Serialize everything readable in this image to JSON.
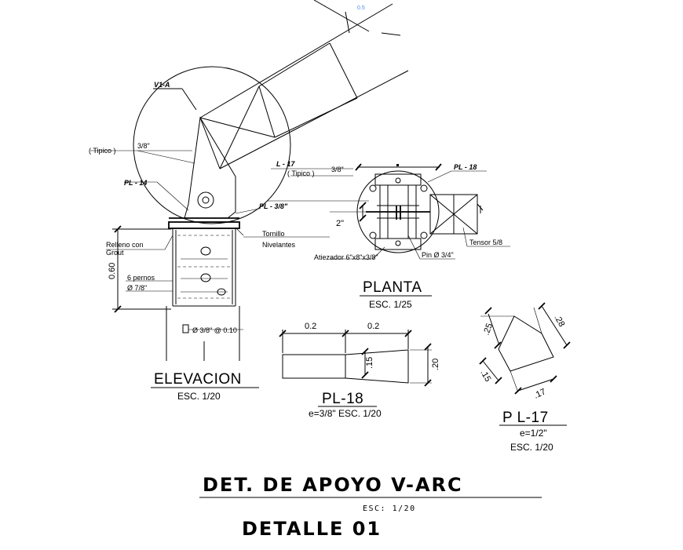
{
  "top_label": "0.5",
  "truss_label": "V1-A",
  "elevation": {
    "tipico": "( Tipico )",
    "tipico_size": "3/8\"",
    "plate_14": "PL - 14",
    "plate_38": "PL - 3/8\"",
    "relleno": "Relleno con",
    "grout": "Grout",
    "height_dim": "0.60",
    "pernos_1": "6 pernos",
    "pernos_2": "Ø 7/8\"",
    "stirrup": "Ø 3/8\" @ 0.10",
    "tornillo": "Tornillo",
    "nivelantes": "Nivelantes",
    "title": "ELEVACION",
    "scale": "ESC. 1/20"
  },
  "plan": {
    "l17": "L - 17",
    "tipico": "( Tipico )",
    "tipico_size": "3/8\"",
    "plate_18": "PL - 18",
    "dim_2in": "2\"",
    "atiezador": "Atiezador 6\"x8\"x3/8\"",
    "pin": "Pin Ø 3/4\"",
    "tensor": "Tensor 5/8",
    "title": "PLANTA",
    "scale": "ESC. 1/25"
  },
  "pl18": {
    "dim_a": "0.2",
    "dim_b": "0.2",
    "dim_15": ".15",
    "dim_20": ".20",
    "title": "PL-18",
    "sub": "e=3/8\"  ESC. 1/20"
  },
  "pl17": {
    "dim_25": ".25",
    "dim_28": ".28",
    "dim_15": ".15",
    "dim_17": ".17",
    "title": "P L-17",
    "thick": "e=1/2\"",
    "scale": "ESC. 1/20"
  },
  "footer": {
    "title": "DET. DE APOYO V-ARC",
    "scale": "ESC: 1/20",
    "detail": "DETALLE 01"
  }
}
